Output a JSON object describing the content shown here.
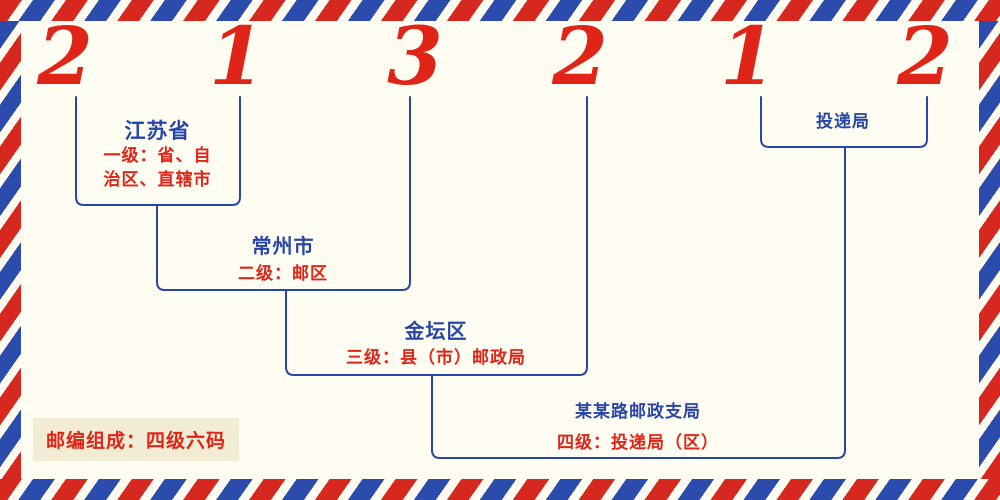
{
  "diagram": {
    "digits": [
      "2",
      "1",
      "3",
      "2",
      "1",
      "2"
    ],
    "levels": [
      {
        "name": "江苏省",
        "desc1": "一级：省、自",
        "desc2": "治区、直辖市"
      },
      {
        "name": "常州市",
        "desc": "二级：邮区"
      },
      {
        "name": "金坛区",
        "desc": "三级：县（市）邮政局"
      },
      {
        "name": "某某路邮政支局",
        "desc": "四级：投递局（区）"
      },
      {
        "name": "投递局"
      }
    ],
    "footer_label": "邮编组成：四级六码"
  },
  "colors": {
    "red": "#e02417",
    "blue": "#2746a8",
    "stripe_red": "#d6281e",
    "stripe_blue": "#2b4bad",
    "background": "#fffdf2",
    "footer_bg": "#f2ecd4"
  }
}
